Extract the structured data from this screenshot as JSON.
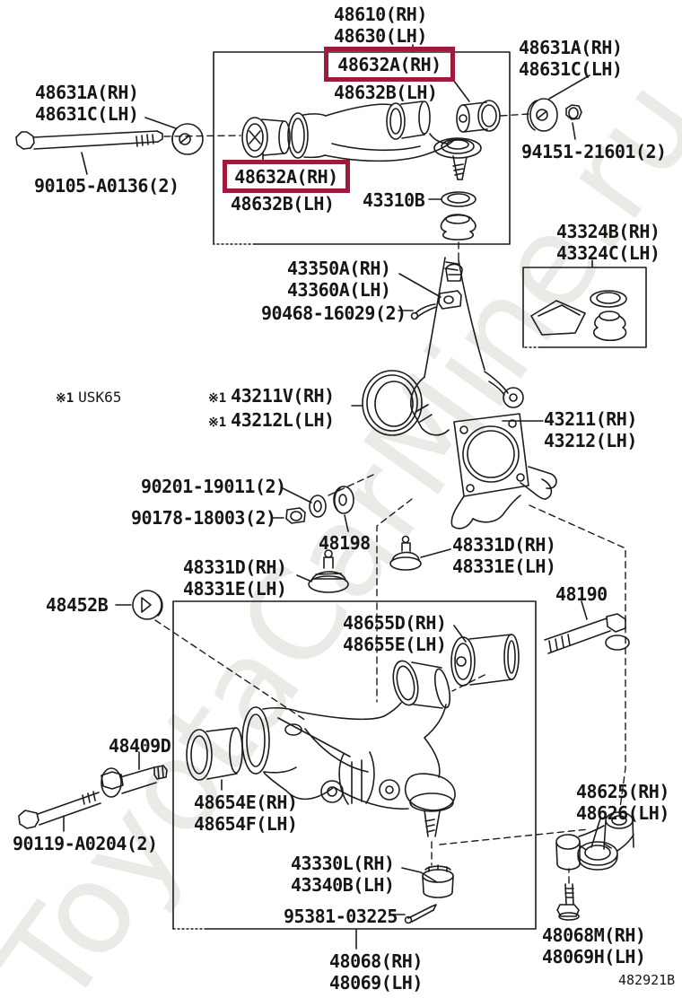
{
  "watermark": "ToyotaCarMine.ru",
  "diagram_code": "482921B",
  "footnote": {
    "marker": "※1",
    "text": "USK65"
  },
  "colors": {
    "highlight": "#9e1b3c",
    "line": "#1c1c1c",
    "watermark": "#eaeae7"
  },
  "parts": {
    "upper_control_arm": {
      "l1": "48610(RH)",
      "l2": "48630(LH)"
    },
    "upper_arm_bushing_rear": {
      "l1": "48632A(RH)",
      "l2": "48632B(LH)"
    },
    "upper_arm_bushing_front": {
      "l1": "48632A(RH)",
      "l2": "48632B(LH)"
    },
    "camber_cam_right": {
      "l1": "48631A(RH)",
      "l2": "48631C(LH)"
    },
    "cam_nut": {
      "l1": "94151-21601(2)"
    },
    "camber_cam_left": {
      "l1": "48631A(RH)",
      "l2": "48631C(LH)"
    },
    "upper_arm_bolt": {
      "l1": "90105-A0136(2)"
    },
    "ball_joint_dust_cover": {
      "l1": "43310B"
    },
    "knuckle_stop": {
      "l1": "43350A(RH)",
      "l2": "43360A(LH)"
    },
    "cotter_pin_upper": {
      "l1": "90468-16029(2)"
    },
    "steering_knuckle_kit": {
      "l1": "43324B(RH)",
      "l2": "43324C(LH)"
    },
    "oil_seal": {
      "m1": "※1",
      "l1": "43211V(RH)",
      "m2": "※1",
      "l2": "43212L(LH)"
    },
    "steering_knuckle": {
      "l1": "43211(RH)",
      "l2": "43212(LH)"
    },
    "washer": {
      "l1": "90201-19011(2)"
    },
    "nut": {
      "l1": "90178-18003(2)"
    },
    "cam_plate": {
      "l1": "48198"
    },
    "ball_joint_cover_front": {
      "l1": "48331D(RH)",
      "l2": "48331E(LH)"
    },
    "ball_joint_cover_rear": {
      "l1": "48331D(RH)",
      "l2": "48331E(LH)"
    },
    "cap": {
      "l1": "48452B"
    },
    "camber_adjust_bolt": {
      "l1": "48190"
    },
    "lower_arm_bushing_rear": {
      "l1": "48655D(RH)",
      "l2": "48655E(LH)"
    },
    "lower_arm_cam": {
      "l1": "48409D"
    },
    "lower_arm_bushing_front": {
      "l1": "48654E(RH)",
      "l2": "48654F(LH)"
    },
    "lower_arm_bolt": {
      "l1": "90119-A0204(2)"
    },
    "knuckle_arm": {
      "l1": "48625(RH)",
      "l2": "48626(LH)"
    },
    "lower_ball_joint": {
      "l1": "43330L(RH)",
      "l2": "43340B(LH)"
    },
    "cotter_pin_lower": {
      "l1": "95381-03225"
    },
    "knuckle_arm_bolt": {
      "l1": "48068M(RH)",
      "l2": "48069H(LH)"
    },
    "lower_control_arm": {
      "l1": "48068(RH)",
      "l2": "48069(LH)"
    }
  }
}
